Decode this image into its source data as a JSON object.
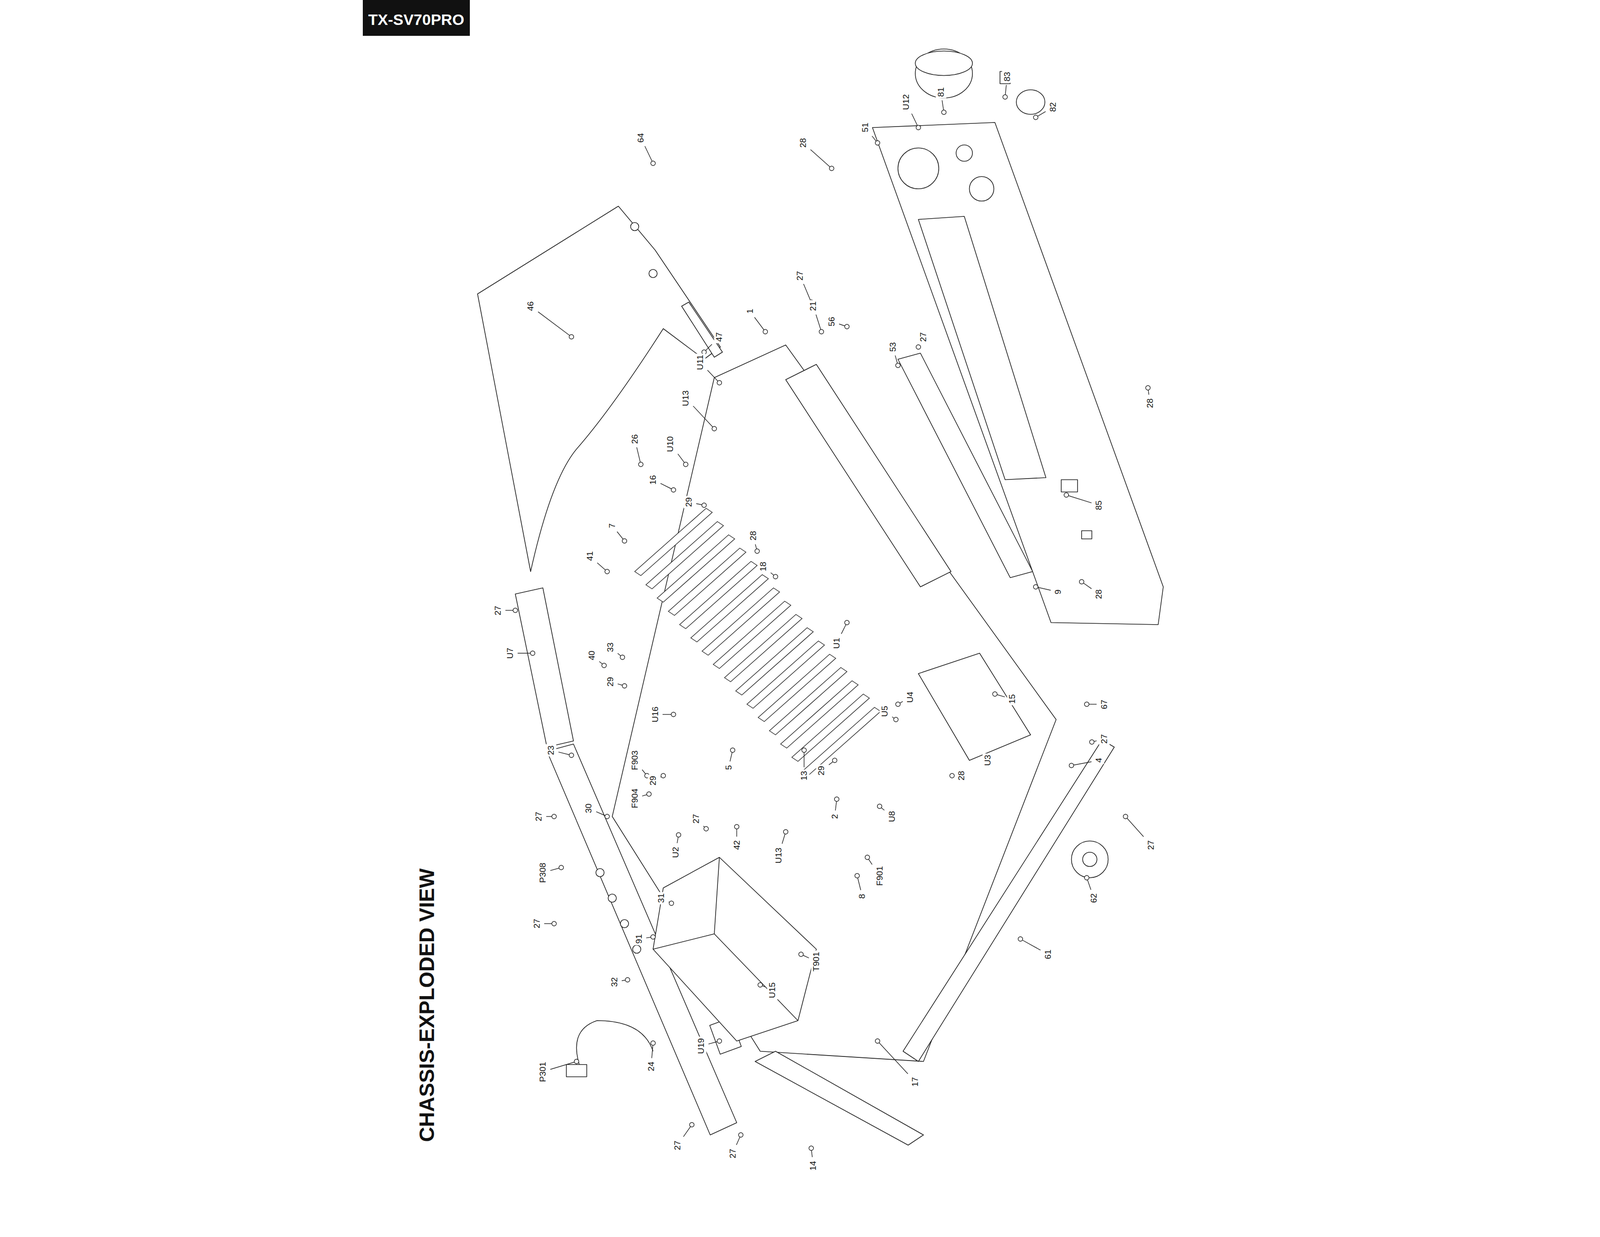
{
  "diagram": {
    "title": "CHASSIS-EXPLODED VIEW",
    "nodes": [
      {
        "text": [
          "TX-SV70PRO"
        ]
      }
    ],
    "labels": [
      "64",
      "46",
      "47",
      "26",
      "16",
      "U10",
      "U13",
      "U11",
      "29",
      "7",
      "41",
      "27",
      "U7",
      "40",
      "33",
      "29",
      "U16",
      "28",
      "18",
      "1",
      "21",
      "27",
      "56",
      "53",
      "27",
      "U1",
      "13",
      "29",
      "2",
      "5",
      "23",
      "F903",
      "F904",
      "29",
      "30",
      "27",
      "P308",
      "27",
      "27",
      "42",
      "U13",
      "U2",
      "31",
      "8",
      "F901",
      "U8",
      "32",
      "91",
      "T901",
      "U15",
      "U19",
      "P301",
      "24",
      "27",
      "27",
      "14",
      "17",
      "61",
      "62",
      "27",
      "U4",
      "U5",
      "15",
      "67",
      "27",
      "4",
      "U3",
      "28",
      "28",
      "9",
      "85",
      "28",
      "83",
      "82",
      "81",
      "U12",
      "51",
      "28"
    ]
  }
}
